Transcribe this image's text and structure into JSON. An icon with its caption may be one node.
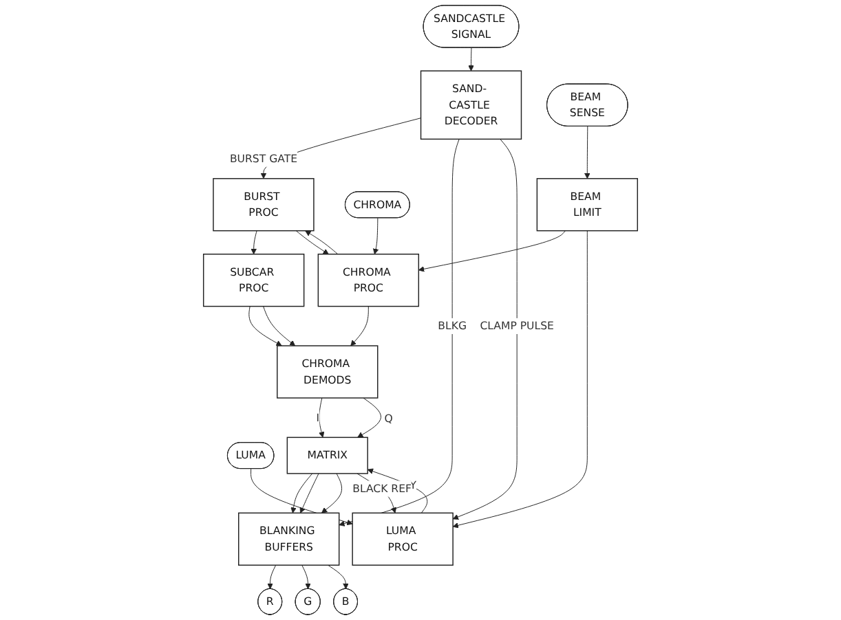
{
  "diagram": {
    "nodes": [
      {
        "text": [
          "BURST PROC"
        ]
      },
      {
        "text": [
          "SUBCAR PROC"
        ]
      },
      {
        "text": [
          "SANDCASTLE SIGNAL"
        ]
      },
      {
        "text": [
          "CHROMA"
        ]
      },
      {
        "text": [
          "CHROMA PROC"
        ]
      },
      {
        "text": [
          "CHROMA DEMODS"
        ]
      },
      {
        "text": [
          "SAND- CASTLE DECODER"
        ]
      },
      {
        "text": [
          "BEAM SENSE"
        ]
      },
      {
        "text": [
          "BEAM LIMIT"
        ]
      },
      {
        "text": [
          "LUMA"
        ]
      },
      {
        "text": [
          "LUMA PROC"
        ]
      },
      {
        "text": [
          "MATRIX"
        ]
      },
      {
        "text": [
          "BLANKING BUFFERS"
        ]
      },
      {
        "text": [
          "R"
        ]
      },
      {
        "text": [
          "G"
        ]
      },
      {
        "text": [
          "B"
        ]
      }
    ],
    "edges": [
      {
        "from": 0,
        "to": 1,
        "arrow": "to"
      },
      {
        "from": 4,
        "to": 0,
        "arrow": "to"
      },
      {
        "from": 0,
        "to": 4,
        "arrow": "to"
      },
      {
        "from": 6,
        "to": 0,
        "arrow": "to",
        "label": "BURST GATE"
      },
      {
        "from": 1,
        "to": 5,
        "arrow": "to"
      },
      {
        "from": 1,
        "to": 5,
        "arrow": "to"
      },
      {
        "from": 3,
        "to": 4,
        "arrow": "to"
      },
      {
        "from": 4,
        "to": 5,
        "arrow": "to"
      },
      {
        "from": 2,
        "to": 6,
        "arrow": "to"
      },
      {
        "from": 7,
        "to": 8,
        "arrow": "to"
      },
      {
        "from": 8,
        "to": 4,
        "arrow": "to"
      },
      {
        "from": 8,
        "to": 10,
        "arrow": "to"
      },
      {
        "from": 5,
        "to": 11,
        "arrow": "to",
        "label": "I"
      },
      {
        "from": 5,
        "to": 11,
        "arrow": "to",
        "label": "Q"
      },
      {
        "from": 6,
        "to": 12,
        "arrow": "to",
        "label": "BLKG"
      },
      {
        "from": 6,
        "to": 10,
        "arrow": "to",
        "label": "CLAMP PULSE"
      },
      {
        "from": 9,
        "to": 10,
        "arrow": "to"
      },
      {
        "from": 10,
        "to": 11,
        "arrow": "to",
        "label": "Y"
      },
      {
        "from": 11,
        "to": 12,
        "arrow": "to"
      },
      {
        "from": 11,
        "to": 12,
        "arrow": "to"
      },
      {
        "from": 11,
        "to": 12,
        "arrow": "to"
      },
      {
        "from": 11,
        "to": 10,
        "arrow": "to",
        "label": "BLACK REF"
      },
      {
        "from": 12,
        "to": 13,
        "arrow": "to"
      },
      {
        "from": 12,
        "to": 14,
        "arrow": "to"
      },
      {
        "from": 12,
        "to": 15,
        "arrow": "to"
      }
    ]
  }
}
